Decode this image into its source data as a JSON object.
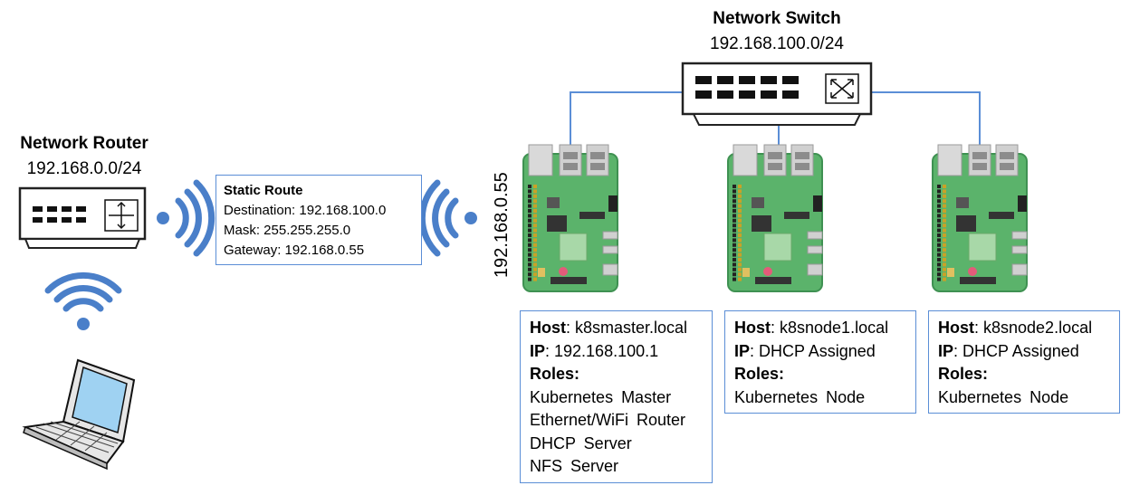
{
  "router": {
    "title": "Network Router",
    "subnet": "192.168.0.0/24"
  },
  "switch": {
    "title": "Network Switch",
    "subnet": "192.168.100.0/24"
  },
  "static_route": {
    "title": "Static Route",
    "destination": "Destination: 192.168.100.0",
    "mask": "Mask: 255.255.255.0",
    "gateway": "Gateway: 192.168.0.55"
  },
  "master_ip_label": "192.168.0.55",
  "hosts": [
    {
      "host_key": "Host",
      "host_value": ": k8smaster.local",
      "ip_key": "IP",
      "ip_value": ": 192.168.100.1",
      "roles_key": "Roles:",
      "roles": [
        "Kubernetes Master",
        "Ethernet/WiFi Router",
        "DHCP Server",
        "NFS Server"
      ]
    },
    {
      "host_key": "Host",
      "host_value": ": k8snode1.local",
      "ip_key": "IP",
      "ip_value": ": DHCP Assigned",
      "roles_key": "Roles:",
      "roles": [
        "Kubernetes Node"
      ]
    },
    {
      "host_key": "Host",
      "host_value": ": k8snode2.local",
      "ip_key": "IP",
      "ip_value": ": DHCP Assigned",
      "roles_key": "Roles:",
      "roles": [
        "Kubernetes Node"
      ]
    }
  ],
  "icons": [
    "router-icon",
    "switch-icon",
    "wifi-signal-icon",
    "laptop-icon",
    "raspberry-pi-board-icon"
  ],
  "colors": {
    "link": "#5b8ed6",
    "wifi": "#4a7fc9",
    "board": "#5bb36b",
    "board_dark": "#3f9152"
  }
}
